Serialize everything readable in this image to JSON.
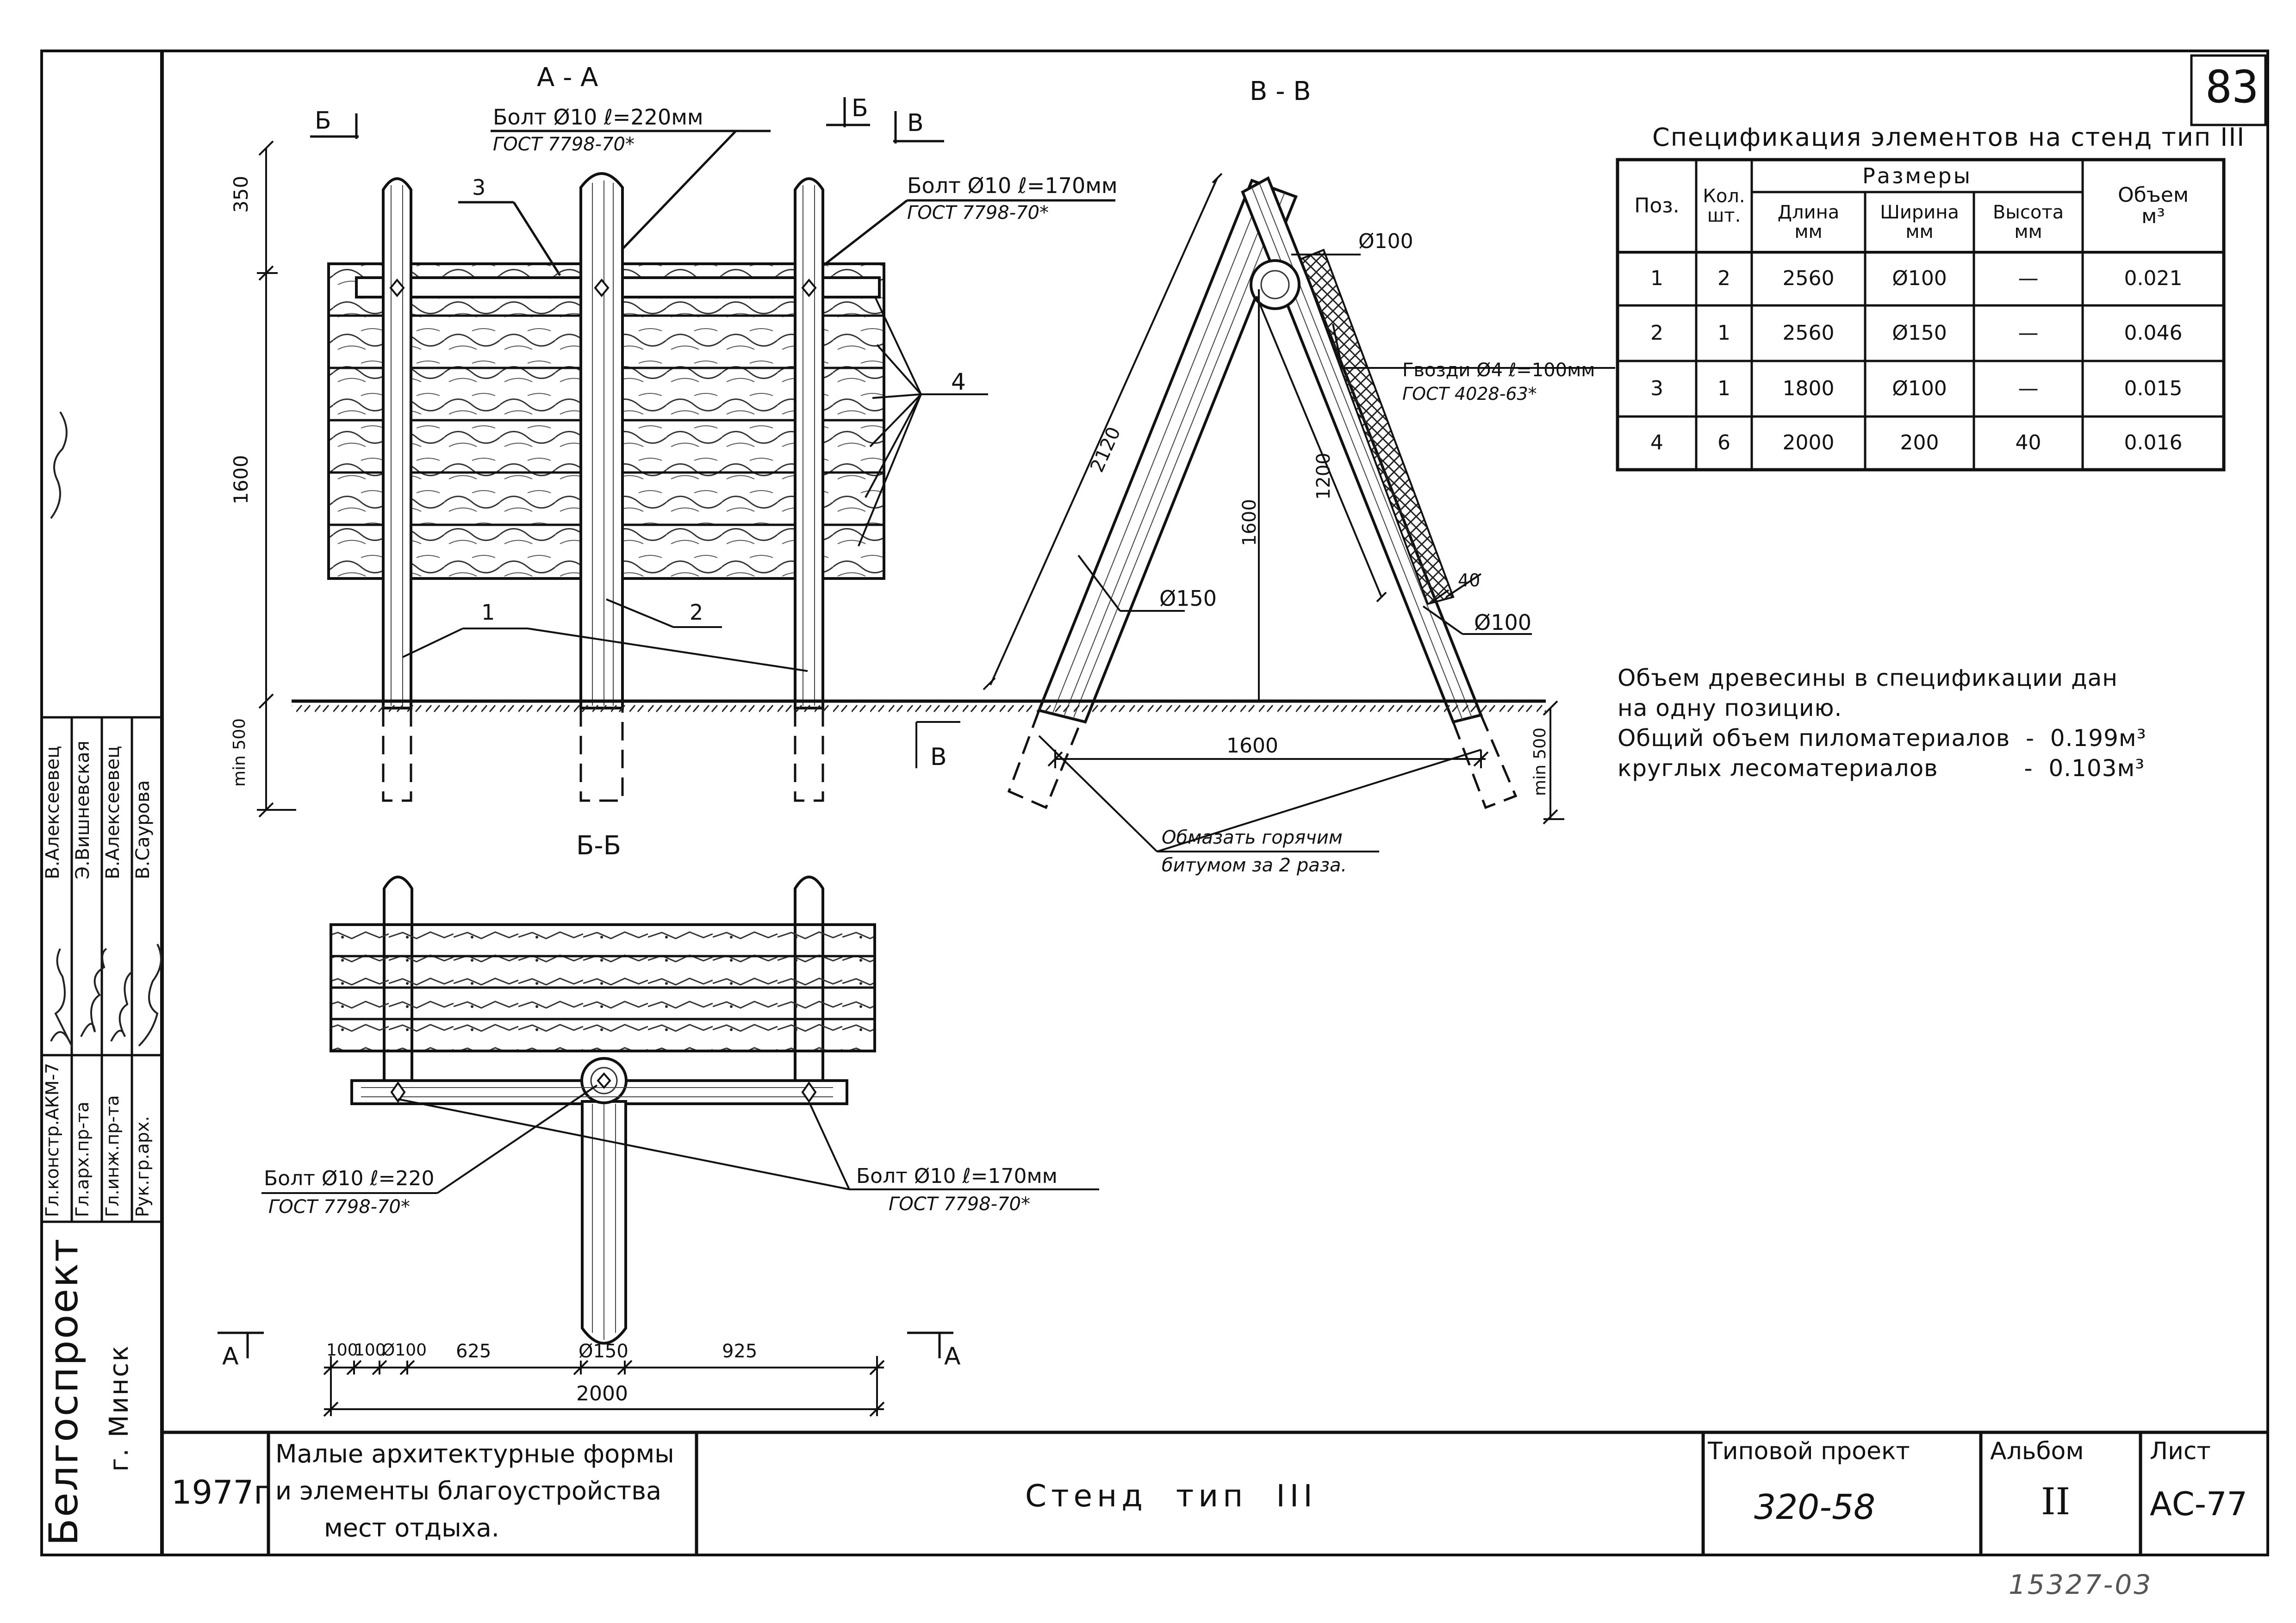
{
  "sheet_number_corner": "83",
  "stamp_number": "15327-03",
  "section_aa": {
    "title": "А - А",
    "cut_b_left": "Б",
    "cut_b_right": "Б",
    "cut_v": "В",
    "bolt_220_line1": "Болт Ø10  ℓ=220мм",
    "bolt_220_line2": "ГОСТ 7798-70*",
    "bolt_170_line1": "Болт Ø10  ℓ=170мм",
    "bolt_170_line2": "ГОСТ 7798-70*",
    "dim_350": "350",
    "dim_1600": "1600",
    "dim_500": "min 500",
    "pos_1": "1",
    "pos_2": "2",
    "pos_3": "3",
    "pos_4": "4"
  },
  "section_vv": {
    "title": "В - В",
    "d100_top": "Ø100",
    "nails_line1": "Гвозди Ø4  ℓ=100мм",
    "nails_line2": "ГОСТ 4028-63*",
    "dim_2120": "2120",
    "dim_1200": "1200",
    "dim_1600_height": "1600",
    "dim_40": "40",
    "d150": "Ø150",
    "d100_bottom": "Ø100",
    "dim_1600_base": "1600",
    "dim_500": "min 500",
    "cut_v": "В",
    "bitumen_line1": "Обмазать горячим",
    "bitumen_line2": "битумом за 2 раза."
  },
  "section_bb": {
    "title": "Б-Б",
    "bolt_220_line1": "Болт Ø10  ℓ=220",
    "bolt_220_line2": "ГОСТ 7798-70*",
    "bolt_170_line1": "Болт Ø10  ℓ=170мм",
    "bolt_170_line2": "ГОСТ 7798-70*",
    "cut_a_left": "А",
    "cut_a_right": "А",
    "dims": [
      "100",
      "100",
      "Ø100",
      "625",
      "Ø150",
      "925"
    ],
    "dim_total": "2000"
  },
  "spec": {
    "title": "Спецификация элементов на стенд тип III",
    "headers": {
      "pos": "Поз.",
      "qty": "Кол. шт.",
      "sizes": "Размеры",
      "length": "Длина мм",
      "width": "Ширина мм",
      "height": "Высота мм",
      "volume": "Объем м³"
    },
    "rows": [
      [
        "1",
        "2",
        "2560",
        "Ø100",
        "—",
        "0.021"
      ],
      [
        "2",
        "1",
        "2560",
        "Ø150",
        "—",
        "0.046"
      ],
      [
        "3",
        "1",
        "1800",
        "Ø100",
        "—",
        "0.015"
      ],
      [
        "4",
        "6",
        "2000",
        "200",
        "40",
        "0.016"
      ]
    ]
  },
  "notes": {
    "line1": "Объем древесины в спецификации дан",
    "line2": "на одну позицию.",
    "line3": "Общий объем пиломатериалов  -  0.199м³",
    "line4": "круглых лесоматериалов           -  0.103м³"
  },
  "left_strip": {
    "org": "Белгоспроект",
    "city": "г. Минск",
    "roles": [
      "Гл.констр.АКМ-7",
      "Гл.арх.пр-та",
      "Гл.инж.пр-та",
      "Рук.гр.арх."
    ],
    "names": [
      "В.Алексеевец",
      "Э.Вишневская",
      "В.Алексеевец",
      "В.Саурова"
    ]
  },
  "title_block": {
    "year": "1977г",
    "project_line1": "Малые архитектурные формы",
    "project_line2": "и элементы благоустройства",
    "project_line3": "мест отдыха.",
    "drawing_title": "Стенд  тип  III",
    "typical_project_label": "Типовой проект",
    "typical_project_value": "320-58",
    "album_label": "Альбом",
    "album_value": "II",
    "sheet_label": "Лист",
    "sheet_value": "АС-77"
  }
}
